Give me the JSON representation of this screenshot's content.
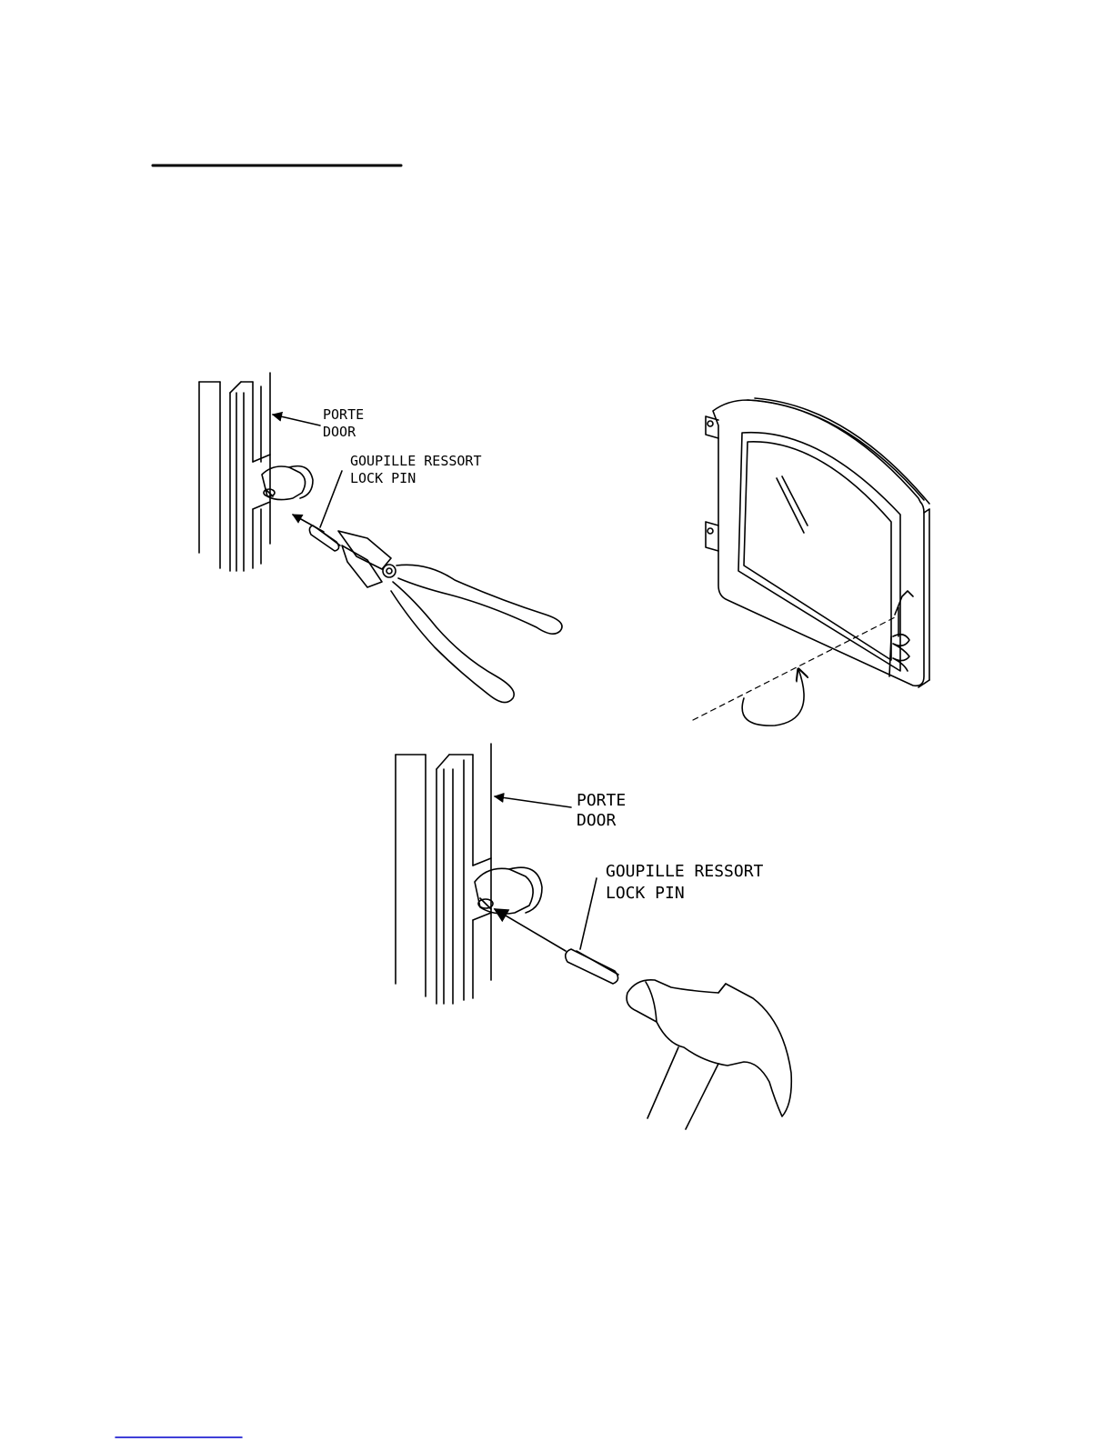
{
  "labels": {
    "top": {
      "door_fr": "PORTE",
      "door_en": "DOOR",
      "pin_fr": "GOUPILLE RESSORT",
      "pin_en": "LOCK PIN"
    },
    "bottom": {
      "door_fr": "PORTE",
      "door_en": "DOOR",
      "pin_fr": "GOUPILLE RESSORT",
      "pin_en": "LOCK PIN"
    }
  },
  "colors": {
    "ink": "#000000",
    "paper": "#ffffff",
    "footer_rule": "#0000cc"
  }
}
